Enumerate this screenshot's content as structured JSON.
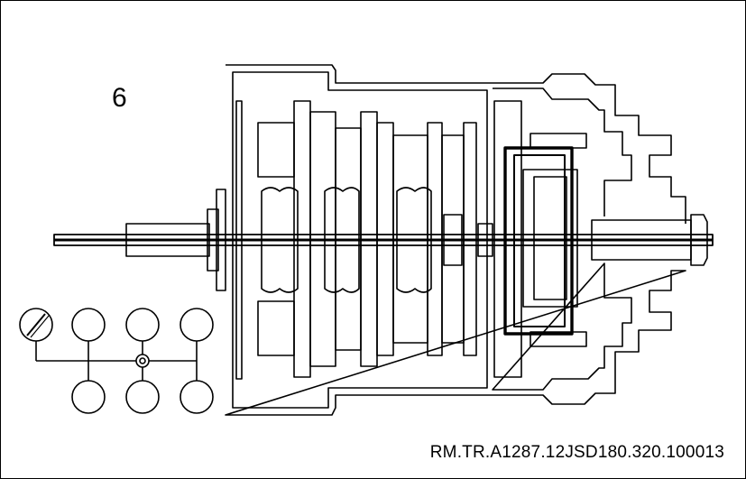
{
  "figure": {
    "step_number": "6",
    "reference_code": "RM.TR.A1287.12JSD180.320.100013"
  },
  "legend": {
    "icon": "gear-shift-pattern-icon",
    "selected_position": "reverse-marked"
  },
  "colors": {
    "line": "#000000",
    "background": "#ffffff",
    "highlight": "#000000"
  }
}
